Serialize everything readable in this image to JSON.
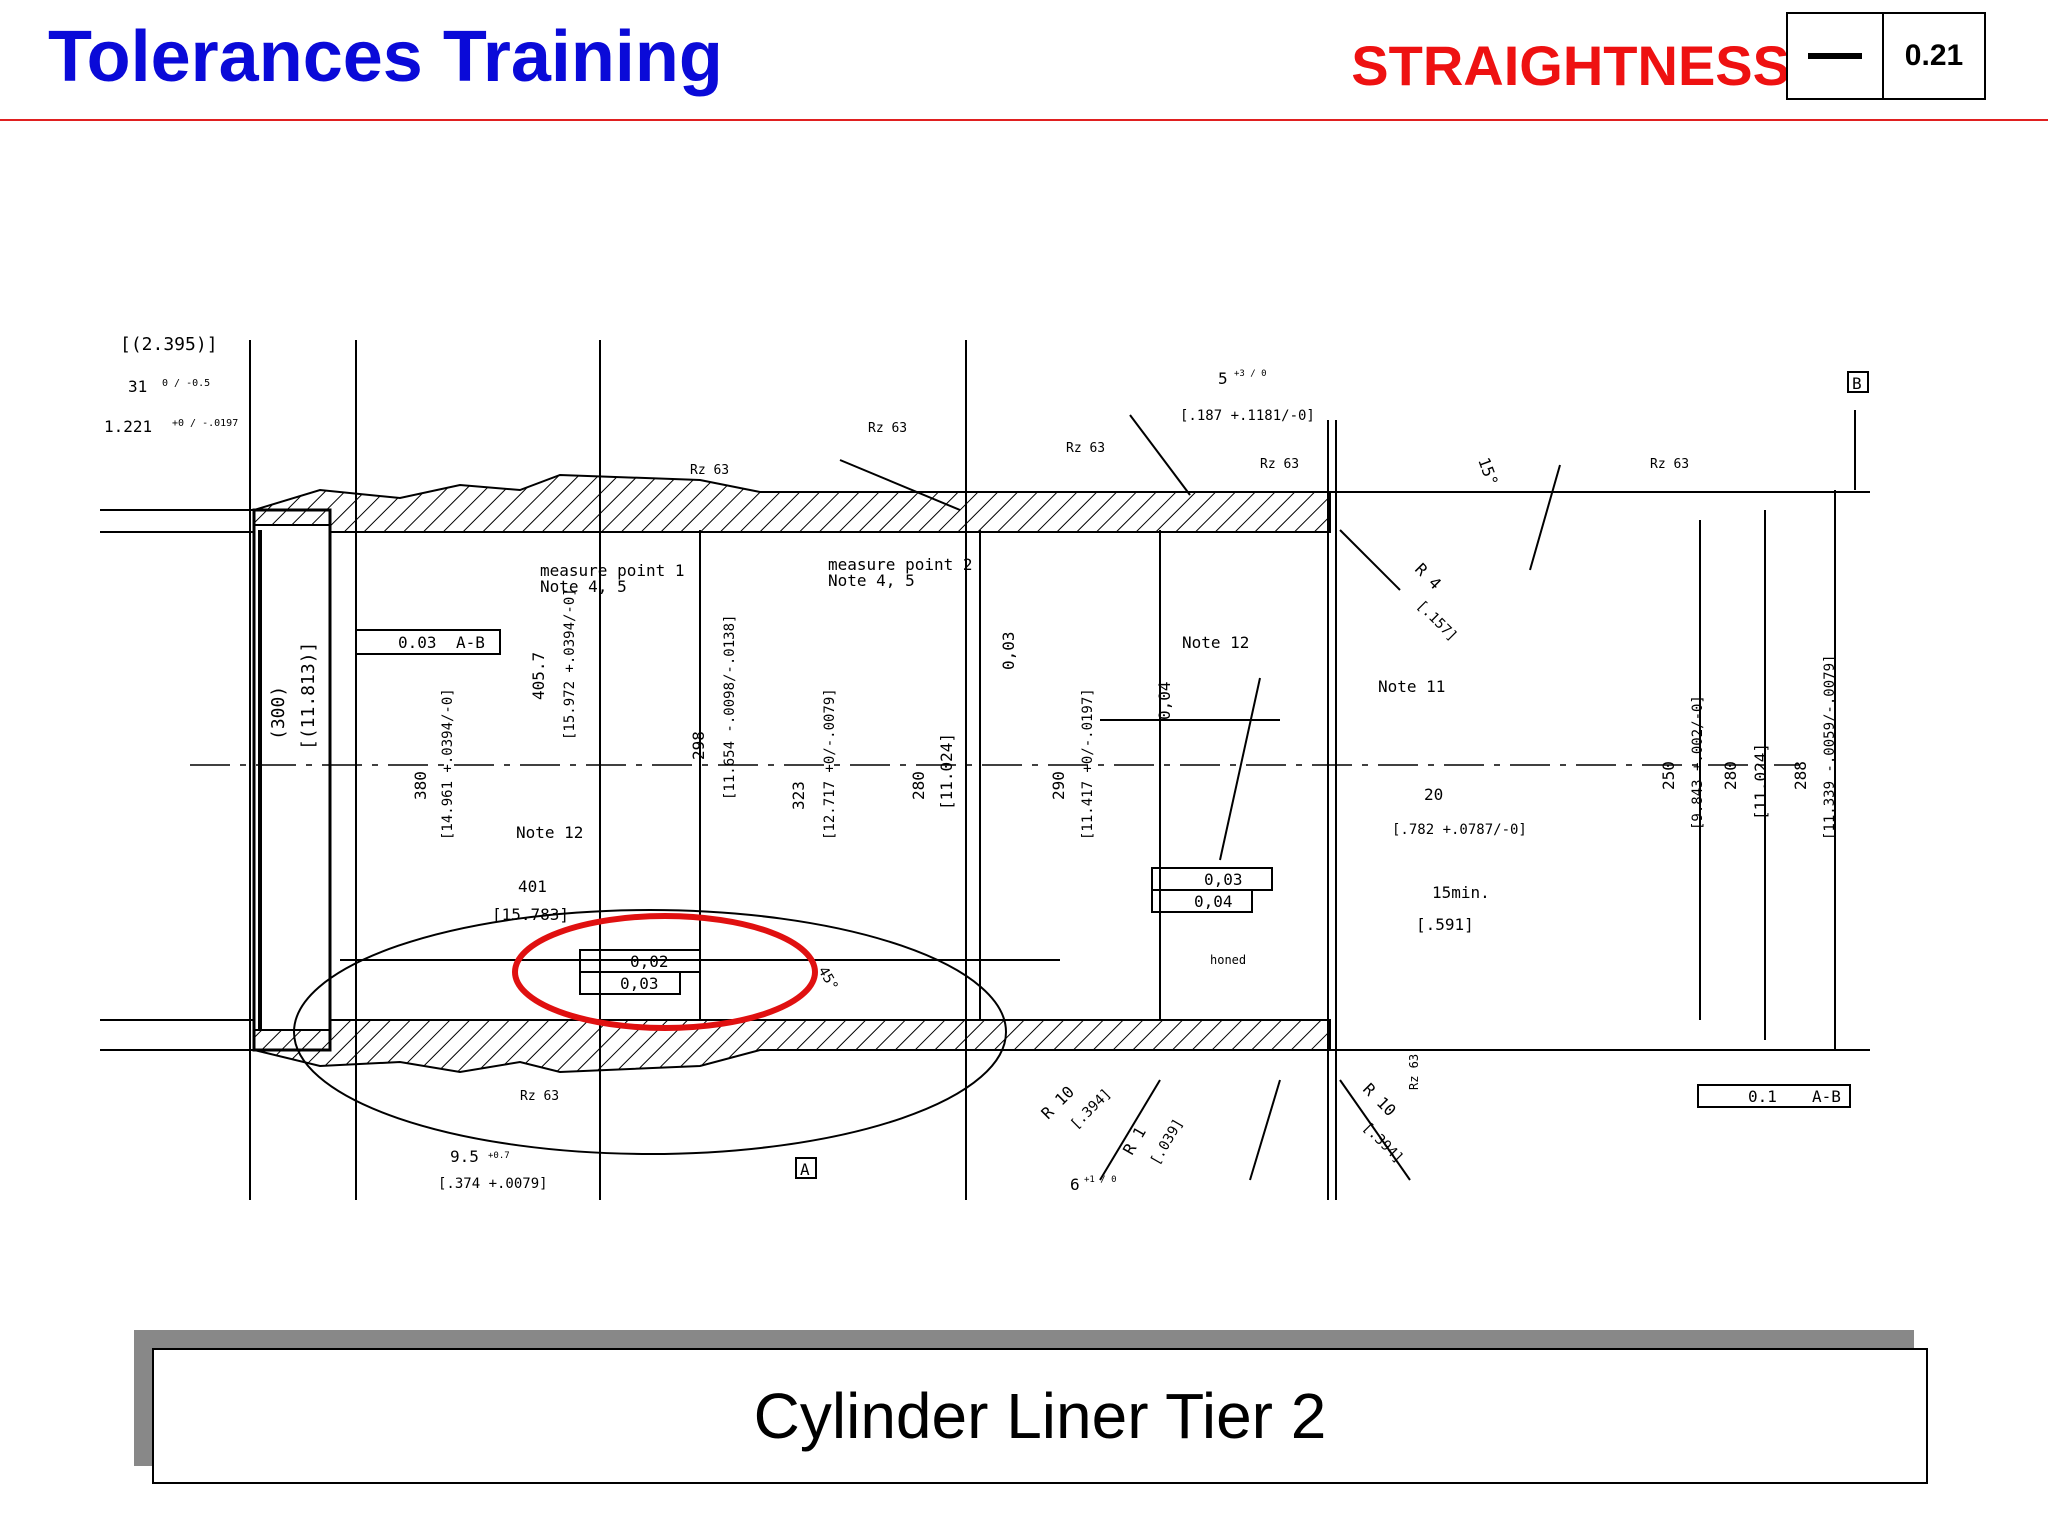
{
  "header": {
    "title": "Tolerances Training",
    "topic": "STRAIGHTNESS",
    "symbol": "straightness-symbol",
    "value": "0.21",
    "accent_title_color": "#0a0ad8",
    "accent_topic_color": "#ee1111"
  },
  "drawing": {
    "labels": {
      "d_2395": "[(2.395)]",
      "d_31": "31",
      "d_31_tol": "0 / -0.5",
      "d_1221": "1.221",
      "d_1221_tol": "+0 / -.0197",
      "rz_1": "Rz 63",
      "rz_2": "Rz 63",
      "rz_3": "Rz 63",
      "rz_4": "Rz 63",
      "rz_5": "Rz 63",
      "rz_6": "Rz 63",
      "d_5": "5",
      "d_5_tol": "+3 / 0",
      "d_187": "[.187 +.1181/-0]",
      "datum_b": "B",
      "datum_a": "A",
      "d_15deg": "15°",
      "measure1": "measure point 1",
      "measure1_note": "Note 4, 5",
      "measure2": "measure point 2",
      "measure2_note": "Note 4, 5",
      "r4": "R 4",
      "r4_in": "[.157]",
      "note12_top": "Note 12",
      "note11": "Note 11",
      "note12_left": "Note 12",
      "runout_fcf": "0.03",
      "runout_datum": "A-B",
      "d_300": "(300)",
      "d_11813": "[(11.813)]",
      "d_380": "380",
      "d_14961": "[14.961 +.0394/-0]",
      "d_4057": "405.7",
      "d_15972": "[15.972 +.0394/-0]",
      "d_298": "298",
      "d_11654": "[11.654 -.0098/-.0138]",
      "d_323": "323",
      "d_12717": "[12.717 +0/-.0079]",
      "d_280a": "280",
      "d_11024a": "[11.024]",
      "d_290": "290",
      "d_11417": "[11.417 +0/-.0197]",
      "par_003": "0,03",
      "par_004": "0,04",
      "d_20": "20",
      "d_782": "[.782 +.0787/-0]",
      "circ_003": "0,03",
      "str_004": "0,04",
      "d_15min": "15min.",
      "d_591": "[.591]",
      "honed": "honed",
      "d_401": "401",
      "d_15783": "[15.783]",
      "circ_002": "0,02",
      "str_003": "0,03",
      "d_250": "250",
      "d_9843": "[9.843 +.002/-0]",
      "d_280b": "280",
      "d_11024b": "[11.024]",
      "d_288": "288",
      "d_11339": "[11.339 -.0059/-.0079]",
      "pos_fcf": "0.1",
      "pos_datum": "A-B",
      "r10a": "R 10",
      "r10a_in": "[.394]",
      "r1": "R 1",
      "r1_in": "[.039]",
      "r10b": "R 10",
      "r10b_in": "[.394]",
      "d_95": "9.5",
      "d_95_tol": "+0.7",
      "d_374": "[.374 +.0079]",
      "d_6": "6",
      "d_6_tol": "+1 / 0",
      "d_45": "45°",
      "rz_tag": "Rz 63"
    }
  },
  "caption": "Cylinder Liner Tier 2"
}
